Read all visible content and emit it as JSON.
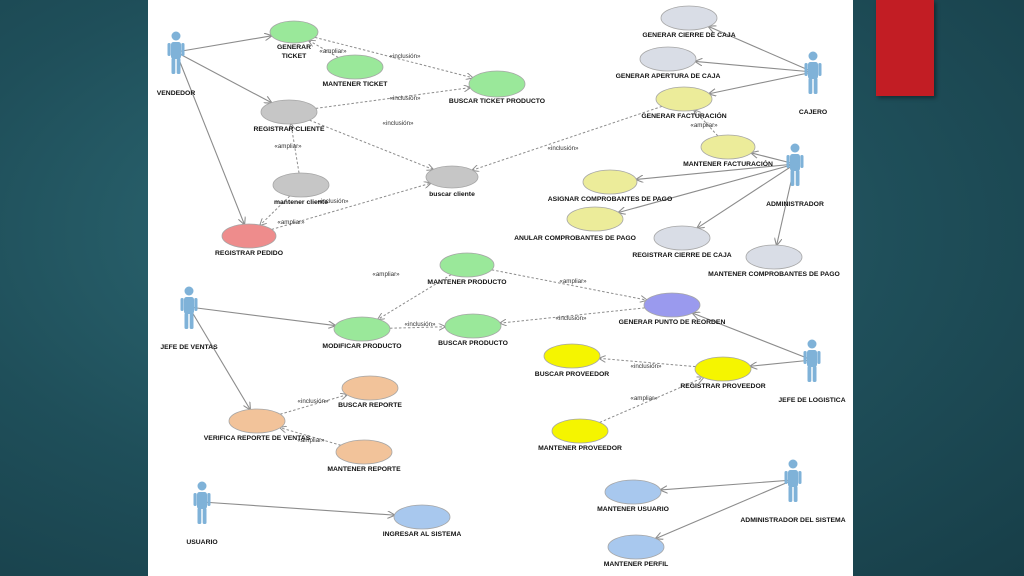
{
  "colors": {
    "background": "#1f4f5a",
    "accent": "#c21d24",
    "line": "#8c8c8c",
    "palette": {
      "green": "#9ae89a",
      "gray": "#c6c6c6",
      "paleGray": "#d9dde6",
      "khaki": "#ecec9a",
      "red": "#ee8c8c",
      "purple": "#9a9aee",
      "yellow": "#f5f500",
      "peach": "#f2c39a",
      "blue": "#a8c8ee"
    }
  },
  "actors": [
    {
      "id": "vendedor",
      "label": "VENDEDOR"
    },
    {
      "id": "cajero",
      "label": "CAJERO"
    },
    {
      "id": "administrador",
      "label": "ADMINISTRADOR"
    },
    {
      "id": "jefe_ventas",
      "label": "JEFE DE VENTAS"
    },
    {
      "id": "jefe_logistica",
      "label": "JEFE DE LOGISTICA"
    },
    {
      "id": "usuario",
      "label": "USUARIO"
    },
    {
      "id": "admin_sistema",
      "label": "ADMINISTRADOR DEL SISTEMA"
    }
  ],
  "use_cases": [
    {
      "id": "generar_ticket",
      "label": "GENERAR TICKET",
      "color": "green"
    },
    {
      "id": "mantener_ticket",
      "label": "MANTENER TICKET",
      "color": "green"
    },
    {
      "id": "buscar_ticket_producto",
      "label": "BUSCAR TICKET PRODUCTO",
      "color": "green"
    },
    {
      "id": "registrar_cliente",
      "label": "REGISTRAR CLIENTE",
      "color": "gray"
    },
    {
      "id": "mantener_cliente",
      "label": "mantener cliente",
      "color": "gray"
    },
    {
      "id": "buscar_cliente",
      "label": "buscar cliente",
      "color": "gray"
    },
    {
      "id": "registrar_pedido",
      "label": "REGISTRAR PEDIDO",
      "color": "red"
    },
    {
      "id": "generar_cierre_caja",
      "label": "GENERAR CIERRE DE CAJA",
      "color": "paleGray"
    },
    {
      "id": "generar_apertura_caja",
      "label": "GENERAR APERTURA DE CAJA",
      "color": "paleGray"
    },
    {
      "id": "generar_facturacion",
      "label": "GENERAR FACTURACIÓN",
      "color": "khaki"
    },
    {
      "id": "mantener_facturacion",
      "label": "MANTENER FACTURACIÓN",
      "color": "khaki"
    },
    {
      "id": "asignar_comprobantes",
      "label": "ASIGNAR COMPROBANTES DE PAGO",
      "color": "khaki"
    },
    {
      "id": "anular_comprobantes",
      "label": "ANULAR COMPROBANTES DE PAGO",
      "color": "khaki"
    },
    {
      "id": "registrar_cierre_caja",
      "label": "REGISTRAR CIERRE DE CAJA",
      "color": "paleGray"
    },
    {
      "id": "mantener_comprobantes",
      "label": "MANTENER COMPROBANTES DE PAGO",
      "color": "paleGray"
    },
    {
      "id": "mantener_producto",
      "label": "MANTENER PRODUCTO",
      "color": "green"
    },
    {
      "id": "modificar_producto",
      "label": "MODIFICAR PRODUCTO",
      "color": "green"
    },
    {
      "id": "buscar_producto",
      "label": "BUSCAR PRODUCTO",
      "color": "green"
    },
    {
      "id": "generar_punto_reorden",
      "label": "GENERAR PUNTO DE REORDEN",
      "color": "purple"
    },
    {
      "id": "buscar_proveedor",
      "label": "BUSCAR PROVEEDOR",
      "color": "yellow"
    },
    {
      "id": "registrar_proveedor",
      "label": "REGISTRAR PROVEEDOR",
      "color": "yellow"
    },
    {
      "id": "mantener_proveedor",
      "label": "MANTENER PROVEEDOR",
      "color": "yellow"
    },
    {
      "id": "buscar_reporte",
      "label": "BUSCAR REPORTE",
      "color": "peach"
    },
    {
      "id": "verifica_reporte_ventas",
      "label": "VERIFICA REPORTE DE VENTAS",
      "color": "peach"
    },
    {
      "id": "mantener_reporte",
      "label": "MANTENER REPORTE",
      "color": "peach"
    },
    {
      "id": "ingresar_sistema",
      "label": "INGRESAR AL SISTEMA",
      "color": "blue"
    },
    {
      "id": "mantener_usuario",
      "label": "MANTENER USUARIO",
      "color": "blue"
    },
    {
      "id": "mantener_perfil",
      "label": "MANTENER PERFIL",
      "color": "blue"
    }
  ],
  "associations": [
    {
      "from": "vendedor",
      "to": "generar_ticket"
    },
    {
      "from": "vendedor",
      "to": "registrar_cliente"
    },
    {
      "from": "vendedor",
      "to": "registrar_pedido"
    },
    {
      "from": "cajero",
      "to": "generar_cierre_caja"
    },
    {
      "from": "cajero",
      "to": "generar_apertura_caja"
    },
    {
      "from": "cajero",
      "to": "generar_facturacion"
    },
    {
      "from": "administrador",
      "to": "mantener_facturacion"
    },
    {
      "from": "administrador",
      "to": "asignar_comprobantes"
    },
    {
      "from": "administrador",
      "to": "anular_comprobantes"
    },
    {
      "from": "administrador",
      "to": "registrar_cierre_caja"
    },
    {
      "from": "administrador",
      "to": "mantener_comprobantes"
    },
    {
      "from": "jefe_ventas",
      "to": "modificar_producto"
    },
    {
      "from": "jefe_ventas",
      "to": "verifica_reporte_ventas"
    },
    {
      "from": "jefe_logistica",
      "to": "generar_punto_reorden"
    },
    {
      "from": "jefe_logistica",
      "to": "registrar_proveedor"
    },
    {
      "from": "usuario",
      "to": "ingresar_sistema"
    },
    {
      "from": "admin_sistema",
      "to": "mantener_usuario"
    },
    {
      "from": "admin_sistema",
      "to": "mantener_perfil"
    }
  ],
  "dependencies": [
    {
      "from": "mantener_ticket",
      "to": "generar_ticket",
      "label": "«ampliar»"
    },
    {
      "from": "generar_ticket",
      "to": "buscar_ticket_producto",
      "label": "«inclusión»"
    },
    {
      "from": "registrar_cliente",
      "to": "buscar_ticket_producto",
      "label": "«inclusión»"
    },
    {
      "from": "registrar_cliente",
      "to": "buscar_cliente",
      "label": "«inclusión»"
    },
    {
      "from": "mantener_cliente",
      "to": "registrar_cliente",
      "label": "«ampliar»"
    },
    {
      "from": "registrar_pedido",
      "to": "buscar_cliente",
      "label": "«inclusión»"
    },
    {
      "from": "mantener_cliente",
      "to": "registrar_pedido",
      "label": "«ampliar»"
    },
    {
      "from": "generar_facturacion",
      "to": "buscar_cliente",
      "label": "«inclusión»"
    },
    {
      "from": "mantener_facturacion",
      "to": "generar_facturacion",
      "label": "«ampliar»"
    },
    {
      "from": "mantener_producto",
      "to": "modificar_producto",
      "label": "«ampliar»"
    },
    {
      "from": "modificar_producto",
      "to": "buscar_producto",
      "label": "«inclusión»"
    },
    {
      "from": "mantener_producto",
      "to": "generar_punto_reorden",
      "label": "«ampliar»"
    },
    {
      "from": "generar_punto_reorden",
      "to": "buscar_producto",
      "label": "«inclusión»"
    },
    {
      "from": "registrar_proveedor",
      "to": "buscar_proveedor",
      "label": "«inclusión»"
    },
    {
      "from": "mantener_proveedor",
      "to": "registrar_proveedor",
      "label": "«ampliar»"
    },
    {
      "from": "verifica_reporte_ventas",
      "to": "buscar_reporte",
      "label": "«inclusión»"
    },
    {
      "from": "mantener_reporte",
      "to": "verifica_reporte_ventas",
      "label": "«ampliar»"
    }
  ]
}
